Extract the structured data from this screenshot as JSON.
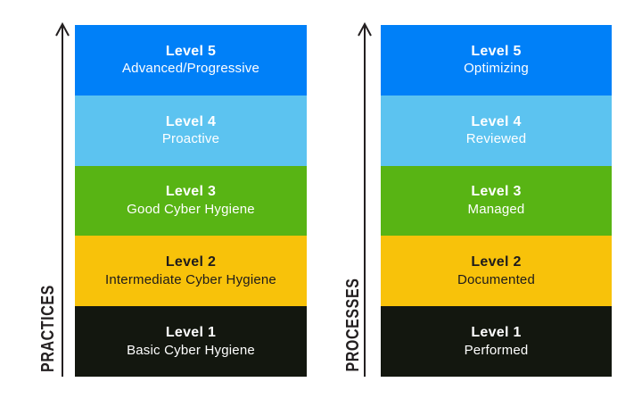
{
  "figure": {
    "background": "#ffffff",
    "ink_color": "#231f20"
  },
  "charts": [
    {
      "id": "practices",
      "axis_label": "PRACTICES",
      "levels": [
        {
          "title": "Level 5",
          "subtitle": "Advanced/Progressive",
          "color": "#0080f8",
          "text_color": "#ffffff"
        },
        {
          "title": "Level 4",
          "subtitle": "Proactive",
          "color": "#5cc3f0",
          "text_color": "#ffffff"
        },
        {
          "title": "Level 3",
          "subtitle": "Good Cyber Hygiene",
          "color": "#58b414",
          "text_color": "#ffffff"
        },
        {
          "title": "Level 2",
          "subtitle": "Intermediate Cyber Hygiene",
          "color": "#f8c20a",
          "text_color": "#1e1b1c"
        },
        {
          "title": "Level 1",
          "subtitle": "Basic Cyber Hygiene",
          "color": "#13170f",
          "text_color": "#ffffff"
        }
      ]
    },
    {
      "id": "processes",
      "axis_label": "PROCESSES",
      "levels": [
        {
          "title": "Level 5",
          "subtitle": "Optimizing",
          "color": "#0080f8",
          "text_color": "#ffffff"
        },
        {
          "title": "Level 4",
          "subtitle": "Reviewed",
          "color": "#5cc3f0",
          "text_color": "#ffffff"
        },
        {
          "title": "Level 3",
          "subtitle": "Managed",
          "color": "#58b414",
          "text_color": "#ffffff"
        },
        {
          "title": "Level 2",
          "subtitle": "Documented",
          "color": "#f8c20a",
          "text_color": "#1e1b1c"
        },
        {
          "title": "Level 1",
          "subtitle": "Performed",
          "color": "#13170f",
          "text_color": "#ffffff"
        }
      ]
    }
  ]
}
